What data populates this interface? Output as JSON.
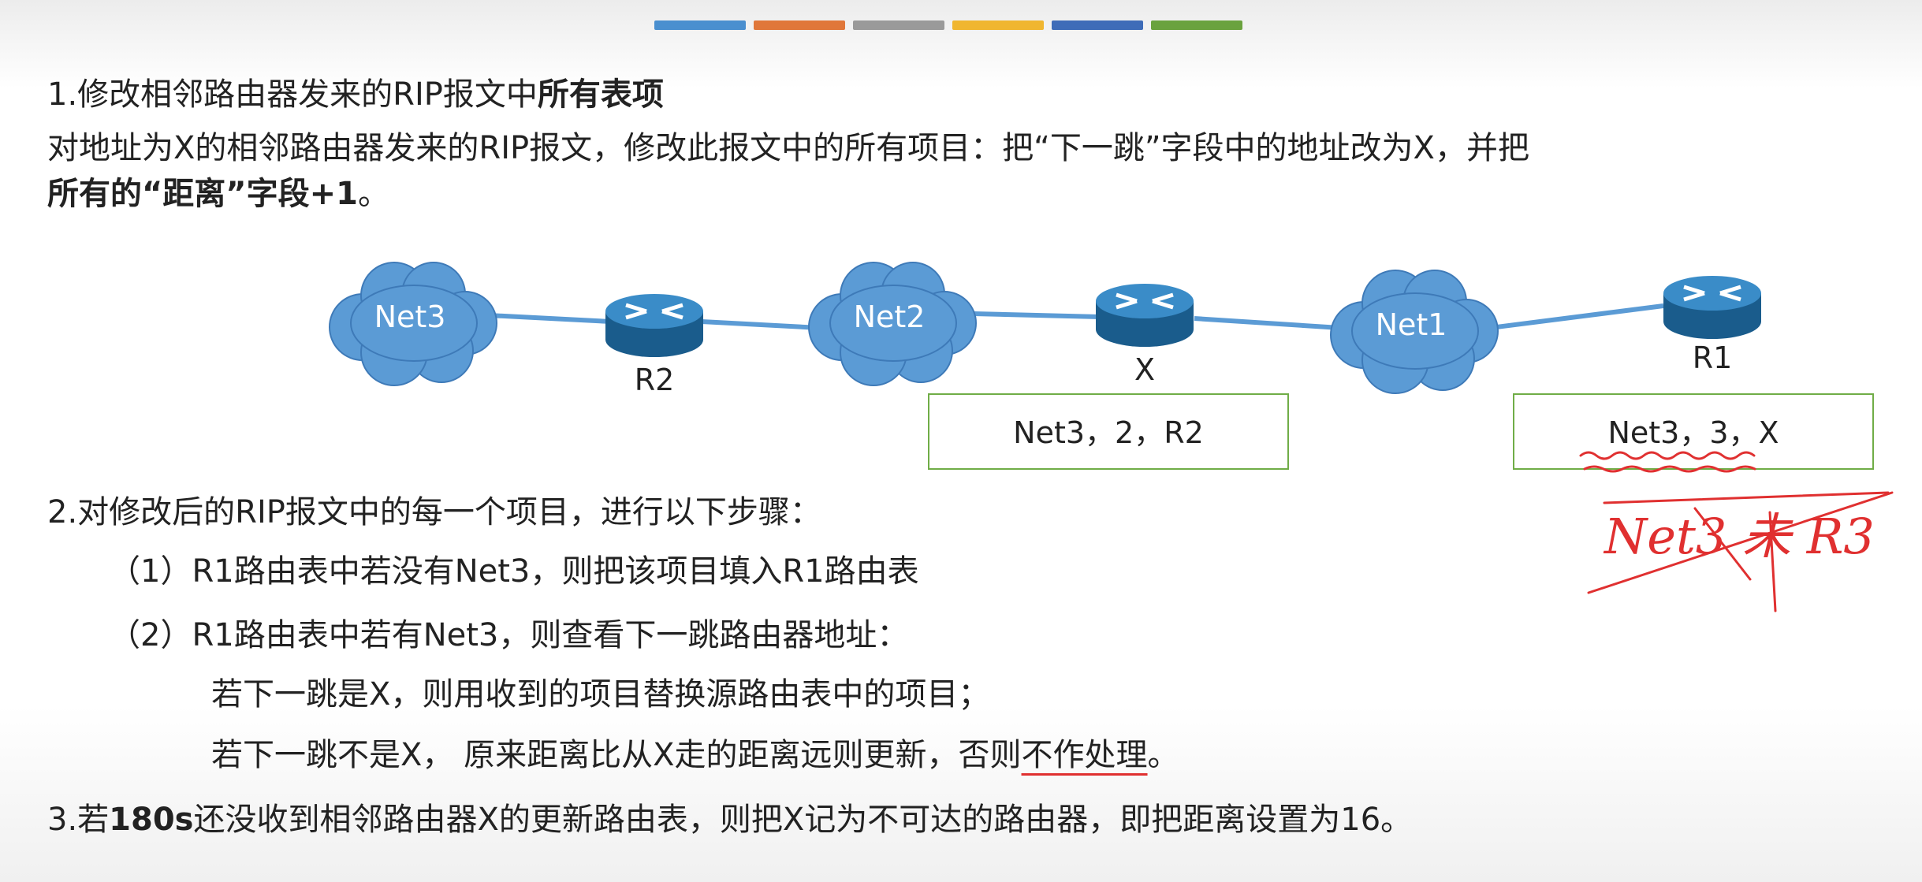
{
  "colors": {
    "bar": [
      "#4a8fcf",
      "#e0773a",
      "#9a9a9a",
      "#f0b630",
      "#3e6cb8",
      "#6aa23e"
    ],
    "link": "#5b9bd5",
    "cloud": "#5b9bd5",
    "router": "#1f6fa6",
    "box_border": "#70ad47",
    "ink": "#e03030"
  },
  "section1": {
    "title_prefix": "1.修改相邻路由器发来的RIP报文中",
    "title_bold": "所有表项",
    "desc_line1": "对地址为X的相邻路由器发来的RIP报文，修改此报文中的所有项目：把“下一跳”字段中的地址改为X，并把",
    "desc_line2_bold": "所有的“距离”字段+1",
    "desc_line2_end": "。"
  },
  "diagram": {
    "nodes": {
      "net3": "Net3",
      "r2": "R2",
      "net2": "Net2",
      "x": "X",
      "net1": "Net1",
      "r1": "R1"
    },
    "box_x": "Net3，2，R2",
    "box_r1": "Net3，3，X",
    "handwritten": "Net3 未 R3"
  },
  "section2": {
    "title": "2.对修改后的RIP报文中的每一个项目，进行以下步骤：",
    "step1": "（1）R1路由表中若没有Net3，则把该项目填入R1路由表",
    "step2": "（2）R1路由表中若有Net3，则查看下一跳路由器地址：",
    "sub1": "若下一跳是X，则用收到的项目替换源路由表中的项目；",
    "sub2_main": "若下一跳不是X， 原来距离比从X走的距离远则更新，否则",
    "sub2_underlined": "不作处理",
    "sub2_end": "。"
  },
  "section3": {
    "prefix": "3.若",
    "bold": "180s",
    "rest": "还没收到相邻路由器X的更新路由表，则把X记为不可达的路由器，即把距离设置为16。"
  }
}
